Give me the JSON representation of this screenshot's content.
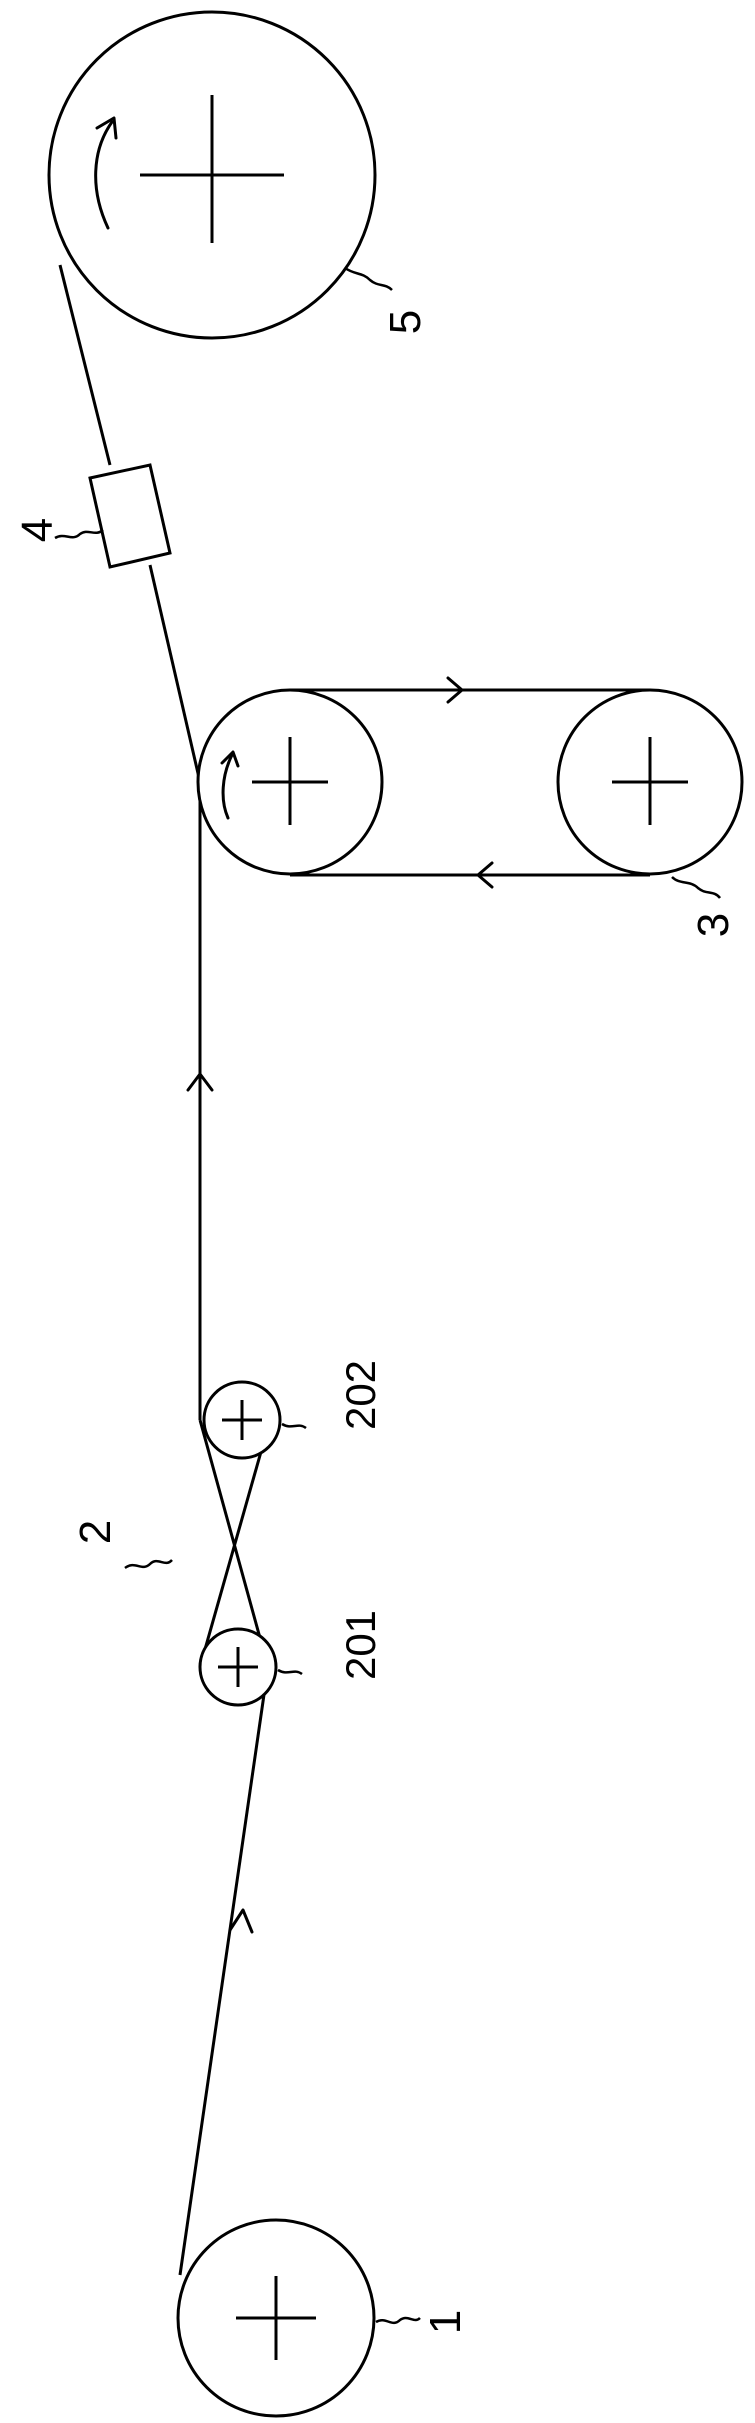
{
  "labels": {
    "unit_1": "1",
    "unit_2": "2",
    "unit_201": "201",
    "unit_202": "202",
    "unit_3": "3",
    "unit_4": "4",
    "unit_5": "5"
  }
}
